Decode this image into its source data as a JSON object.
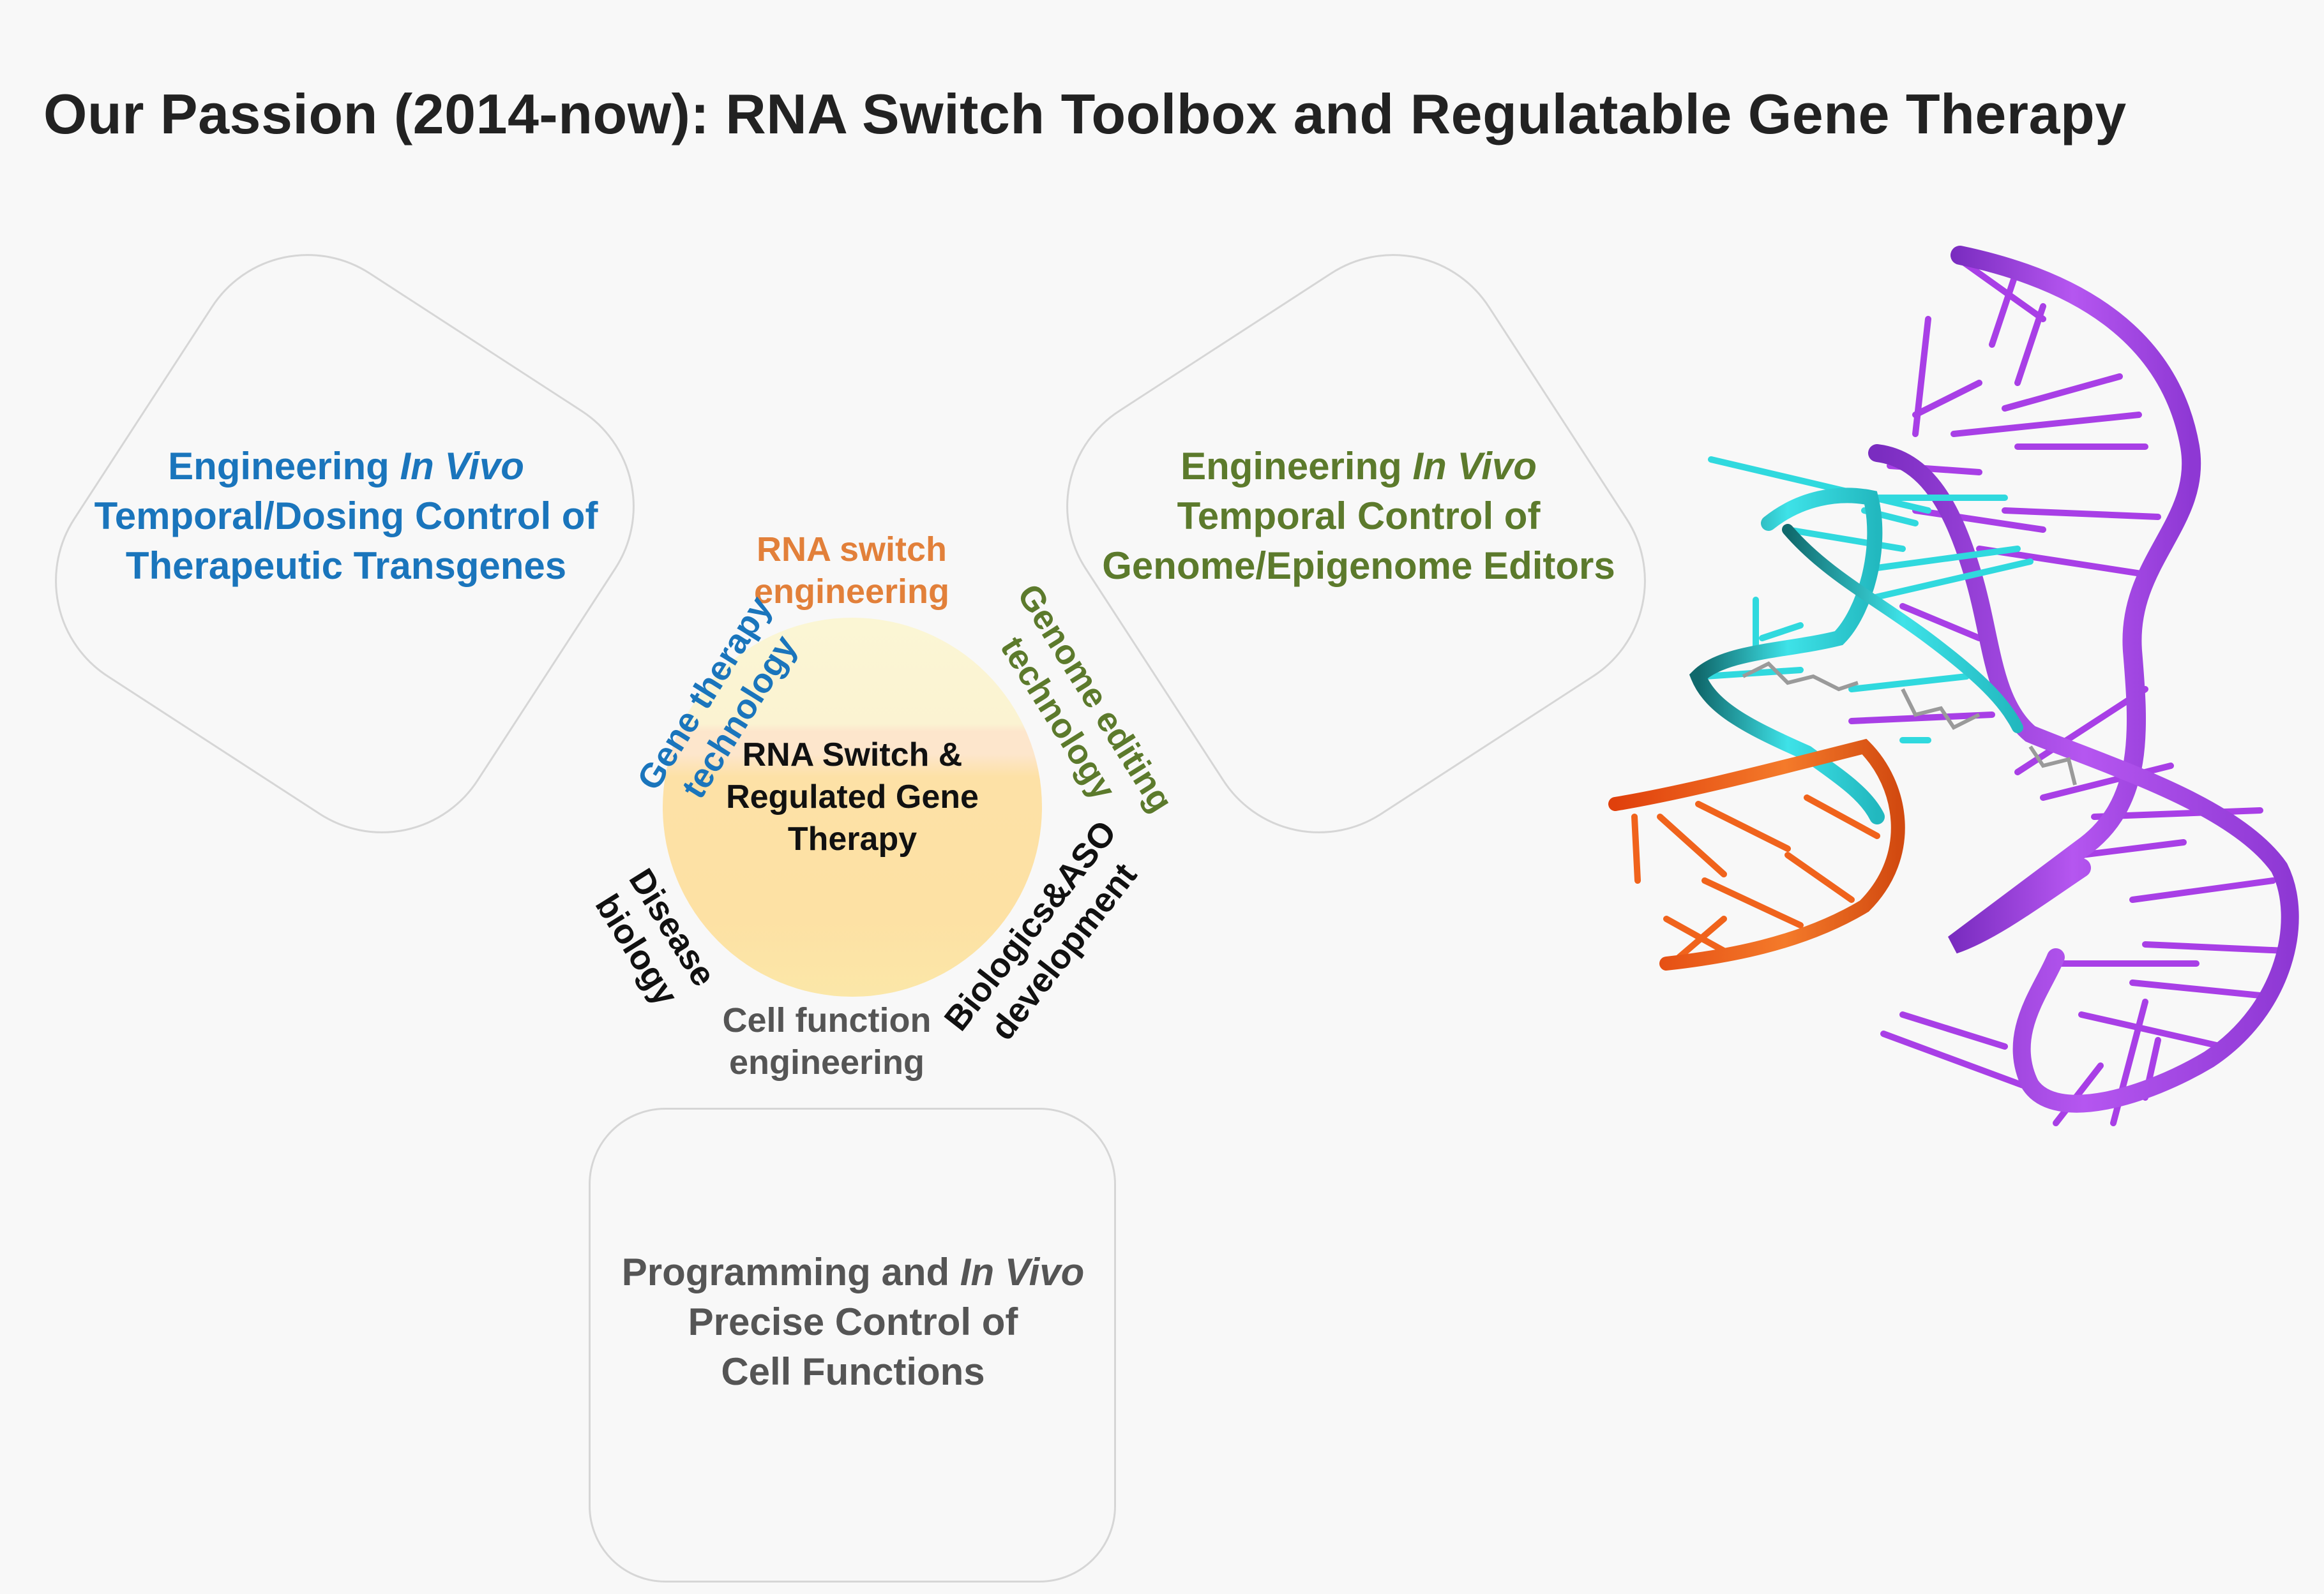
{
  "title": "Our Passion (2014-now): RNA Switch Toolbox and Regulatable Gene Therapy",
  "center": {
    "lines": [
      "RNA Switch &",
      "Regulated Gene",
      "Therapy"
    ]
  },
  "boxes": {
    "left": {
      "line1_a": "Engineering ",
      "line1_b": "In Vivo",
      "line2": "Temporal/Dosing Control of",
      "line3": "Therapeutic Transgenes",
      "color": "#1a75bc"
    },
    "right": {
      "line1_a": "Engineering ",
      "line1_b": "In Vivo",
      "line2": "Temporal Control of",
      "line3": "Genome/Epigenome Editors",
      "color": "#5c7a2c"
    },
    "bottom": {
      "line1_a": "Programming and ",
      "line1_b": "In Vivo",
      "line2": "Precise Control of",
      "line3": "Cell Functions",
      "color": "#555555"
    }
  },
  "ring_labels": {
    "rna_switch": [
      "RNA switch",
      "engineering"
    ],
    "gene_therapy": [
      "Gene therapy",
      "technology"
    ],
    "genome_editing": [
      "Genome editing",
      "technology"
    ],
    "disease_biology": [
      "Disease",
      "biology"
    ],
    "cell_function": [
      "Cell function",
      "engineering"
    ],
    "biologics": [
      "Biologics&ASO",
      "development"
    ]
  },
  "colors": {
    "rna_switch": "#e2803a",
    "gene_therapy": "#1a75bc",
    "genome_editing": "#5c7a2c",
    "disease_biology": "#111111",
    "cell_function": "#555555",
    "biologics": "#111111",
    "rna_purple": "#a23fe0",
    "rna_cyan": "#2fd6dc",
    "rna_orange": "#f05a14"
  },
  "figure": {
    "description": "RNA 3D ribbon structure",
    "strands": [
      "purple",
      "cyan",
      "orange"
    ]
  }
}
